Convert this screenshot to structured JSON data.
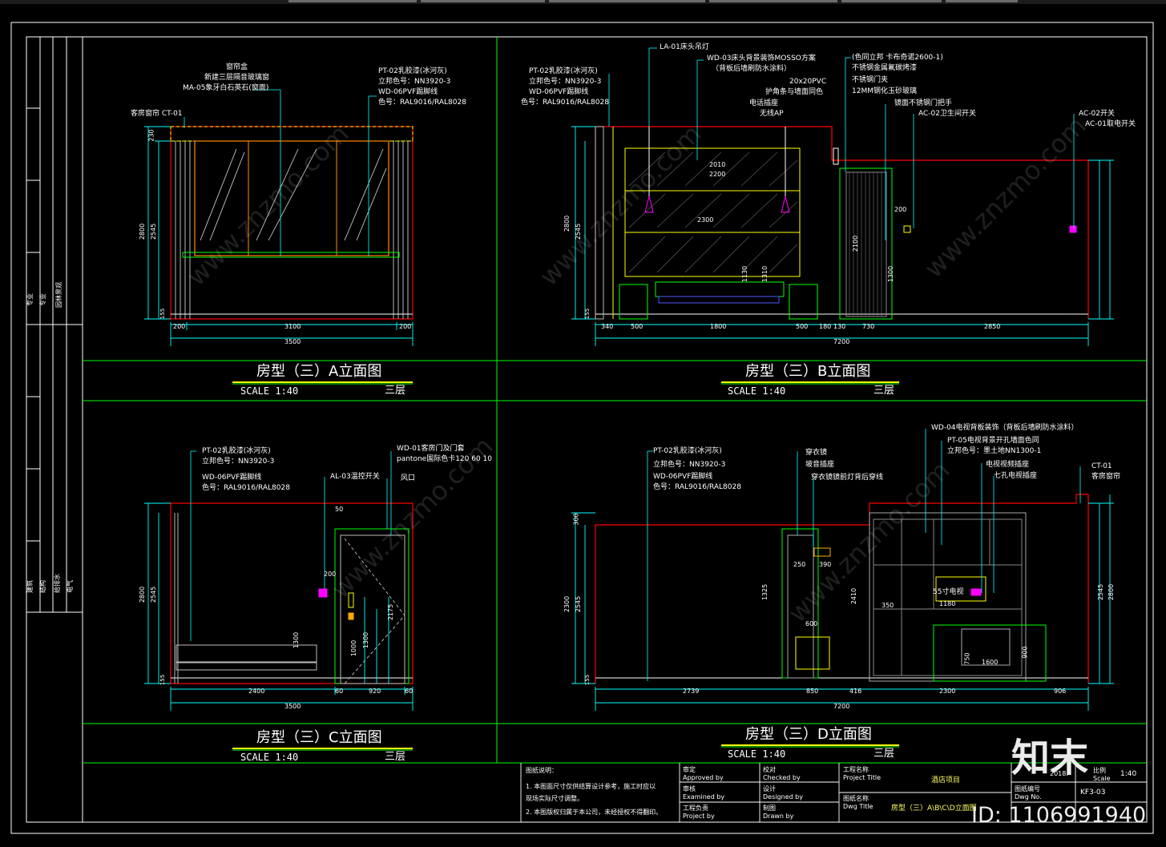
{
  "views": [
    {
      "title": "房型（三）A立面图",
      "scale": "SCALE 1:40",
      "floor": "三层"
    },
    {
      "title": "房型（三）B立面图",
      "scale": "SCALE 1:40",
      "floor": "三层"
    },
    {
      "title": "房型（三）C立面图",
      "scale": "SCALE 1:40",
      "floor": "三层"
    },
    {
      "title": "房型（三）D立面图",
      "scale": "SCALE 1:40",
      "floor": "三层"
    }
  ],
  "annotations": {
    "a": [
      "窗帘盒",
      "新建三层隔音玻璃窗",
      "MA-05象牙白石英石(窗面)",
      "客房窗帘 CT-01",
      "PT-02乳胶漆(冰河灰)",
      "立邦色号：NN3920-3",
      "WD-06PVF踢脚线",
      "色号：RAL9016/RAL8028"
    ],
    "b": [
      "LA-01床头吊灯",
      "WD-03床头背景装饰MOSSO方案",
      "（背板后墙刷防水涂料）",
      "PT-02乳胶漆(冰河灰)",
      "立邦色号：NN3920-3",
      "WD-06PVF踢脚线",
      "色号：RAL9016/RAL8028",
      "(色同立邦 卡布奇诺2600-1)",
      "不锈钢金属氟碳烤漆",
      "不锈钢门夹",
      "12MM钢化玉砂玻璃",
      "20x20PVC",
      "护角条与墙面同色",
      "电话插座",
      "无线AP",
      "镜面不锈钢门把手",
      "AC-02卫生间开关",
      "AC-02开关",
      "AC-01取电开关"
    ],
    "c": [
      "PT-02乳胶漆(冰河灰)",
      "立邦色号：NN3920-3",
      "WD-01客房门及门套",
      "pantone国际色卡120 60 10",
      "WD-06PVF踢脚线",
      "色号：RAL9016/RAL8028",
      "AL-03温控开关",
      "风口"
    ],
    "d": [
      "WD-04电视背板装饰（背板后墙刷防水涂料）",
      "PT-05电视背景开孔墙面色同",
      "立邦色号：墨土地NN1300-1",
      "电视视频插座",
      "七孔电视插座",
      "CT-01",
      "客房窗帘",
      "PT-02乳胶漆(冰河灰)",
      "立邦色号：NN3920-3",
      "WD-06PVF踢脚线",
      "色号：RAL9016/RAL8028",
      "穿衣镜",
      "坡音插座",
      "穿衣镜镜前灯背后穿线",
      "55寸电视"
    ]
  },
  "dimensions": {
    "a_bottom": [
      "200",
      "3100",
      "200",
      "3500"
    ],
    "a_left": [
      "2800",
      "2545",
      "230",
      "155"
    ],
    "b_bottom": [
      "340",
      "500",
      "1800",
      "500",
      "180",
      "130",
      "730",
      "2850",
      "7200"
    ],
    "b_left": [
      "2800",
      "2545",
      "155"
    ],
    "b_inner": [
      "2010",
      "2200",
      "2300",
      "1130",
      "1310",
      "1300",
      "2100",
      "200"
    ],
    "c_bottom": [
      "2400",
      "60",
      "920",
      "60",
      "3500"
    ],
    "c_left": [
      "2800",
      "2545",
      "155"
    ],
    "c_inner": [
      "1300",
      "1000",
      "1300",
      "2175",
      "200",
      "50"
    ],
    "d_bottom": [
      "2739",
      "850",
      "416",
      "2300",
      "906",
      "7200"
    ],
    "d_left": [
      "300",
      "2300",
      "2545",
      "155"
    ],
    "d_right": [
      "2545",
      "2800"
    ],
    "d_inner": [
      "1325",
      "2410",
      "600",
      "1180",
      "1600",
      "750",
      "900",
      "350",
      "390",
      "250"
    ]
  },
  "title_block": {
    "notes_title": "图纸说明：",
    "notes": [
      "1. 本图面尺寸仅供结算设计参考，施工时应以",
      "现场实际尺寸调整。",
      "2. 本图版权归属于本公司，未经授权不得翻印。"
    ],
    "approved_cn": "审定",
    "approved_en": "Approved by",
    "checked_cn": "校对",
    "checked_en": "Checked by",
    "examined_cn": "审核",
    "examined_en": "Examined by",
    "designed_cn": "设计",
    "designed_en": "Designed by",
    "project_cn": "工程负责",
    "project_en": "Project by",
    "drawn_cn": "制图",
    "drawn_en": "Drawn by",
    "ptitle_cn": "工程名称",
    "ptitle_en": "Project Title",
    "ptitle_val": "酒店项目",
    "dtitle_cn": "图纸名称",
    "dtitle_en": "Dwg Title",
    "dtitle_val": "房型（三）A\\B\\C\\D立面图",
    "date": "2018.",
    "scale_label": "比例",
    "scale_en": "Scale",
    "scale_val": "1:40",
    "dwgno_cn": "图纸编号",
    "dwgno_en": "Dwg No.",
    "dwgno_val": "KF3-03"
  },
  "left_strip": [
    "专业",
    "专业",
    "园林景观",
    "建筑",
    "结构",
    "给排水",
    "电气"
  ],
  "watermark": {
    "brand": "知末",
    "id": "ID: 1106991940",
    "url": "www.znzmo.com"
  },
  "colors": {
    "frame": "#ffffff",
    "dim": "#00ffff",
    "wall": "#ff0000",
    "tile": "#00ff00",
    "lead": "#00ffff",
    "yellow": "#ffff00",
    "magenta": "#ff00ff"
  }
}
